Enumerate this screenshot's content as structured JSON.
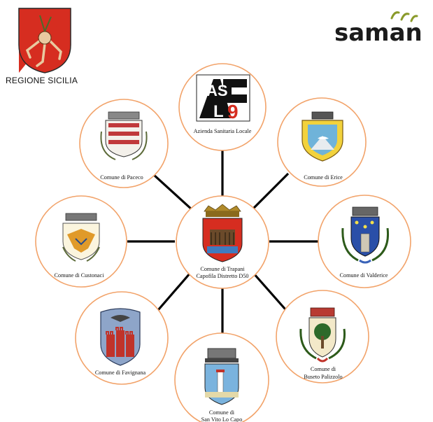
{
  "header": {
    "region_label": "REGIONE SICILIA",
    "brand_label": "saman"
  },
  "nodes": {
    "center": {
      "lines": [
        "Comune di Trapani",
        "Capofila Distretto D50"
      ],
      "emblem": "trapani-coat-of-arms"
    },
    "asl": {
      "lines": [
        "Azienda Sanitaria Locale"
      ],
      "emblem": "asl9-logo",
      "logo_text": [
        "AS",
        "L",
        "9"
      ]
    },
    "erice": {
      "lines": [
        "Comune di Erice"
      ],
      "emblem": "erice-coat-of-arms"
    },
    "valderice": {
      "lines": [
        "Comune di Valderice"
      ],
      "emblem": "valderice-coat-of-arms"
    },
    "buseto": {
      "lines": [
        "Comune di",
        "Buseto Palizzolo"
      ],
      "emblem": "buseto-coat-of-arms"
    },
    "sanvito": {
      "lines": [
        "Comune di",
        "San Vito Lo Capo"
      ],
      "emblem": "san-vito-coat-of-arms"
    },
    "favignana": {
      "lines": [
        "Comune di Favignana"
      ],
      "emblem": "favignana-coat-of-arms"
    },
    "custonaci": {
      "lines": [
        "Comune di Custonaci"
      ],
      "emblem": "custonaci-coat-of-arms"
    },
    "paceco": {
      "lines": [
        "Comune di Paceco"
      ],
      "emblem": "paceco-coat-of-arms"
    }
  },
  "colors": {
    "circle_border": "#f2a36a",
    "connector": "#000000",
    "sicily_red": "#d62d20",
    "sicily_yellow": "#f7d418",
    "brand_accent": "#8a9a2a"
  }
}
